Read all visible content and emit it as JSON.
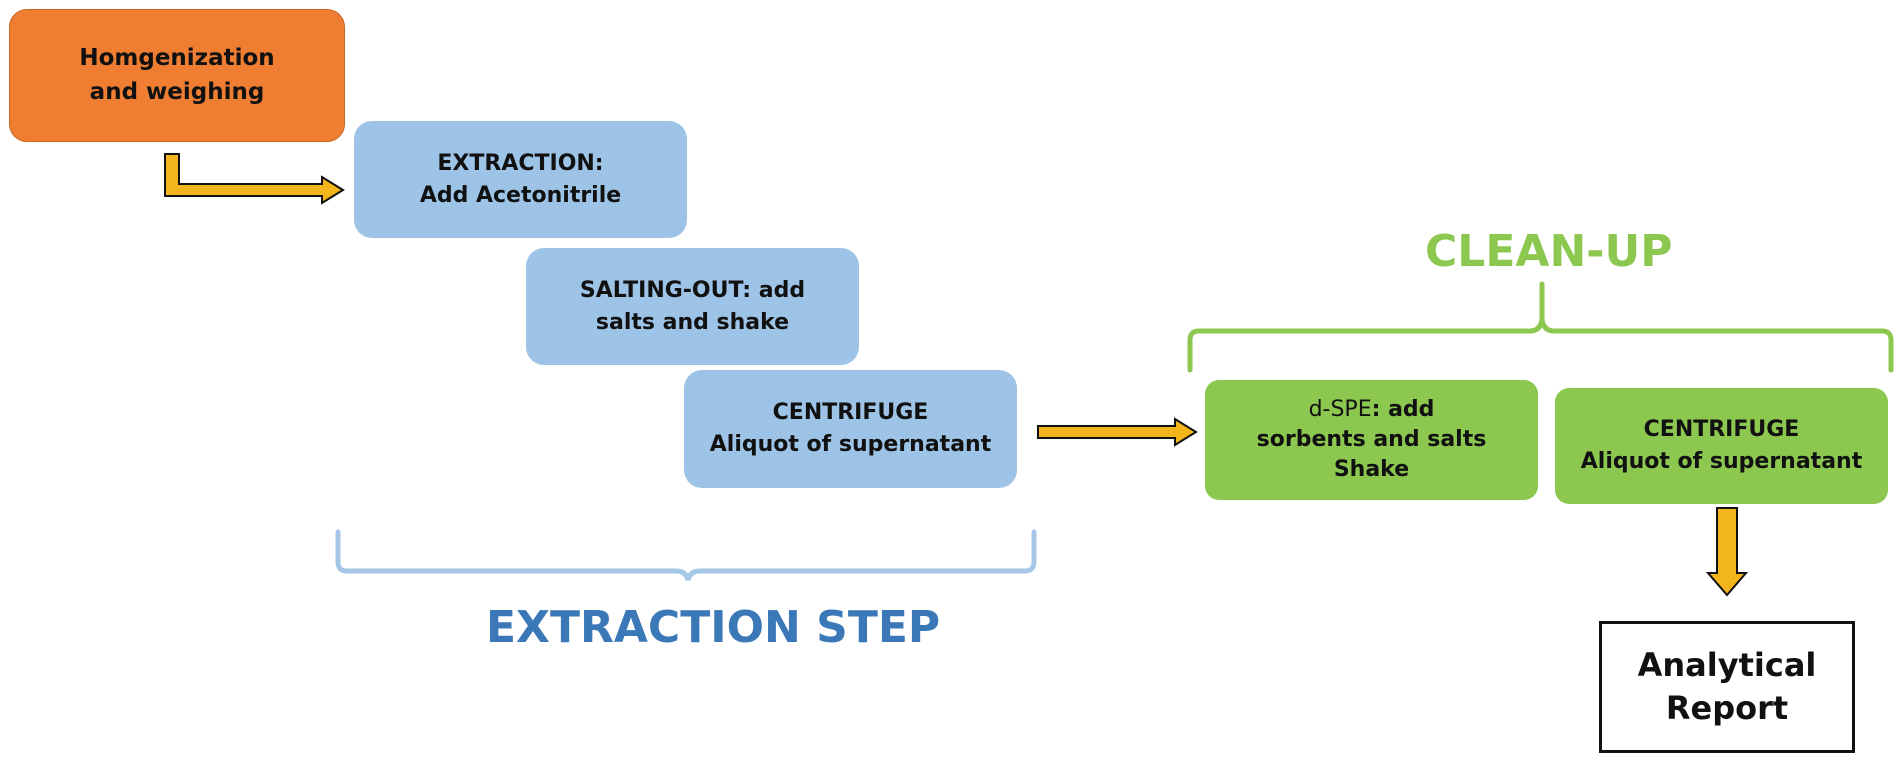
{
  "steps": {
    "homogenization": {
      "line1": "Homgenization",
      "line2": "and weighing"
    },
    "extraction": {
      "line1": "EXTRACTION:",
      "line2": "Add Acetonitrile"
    },
    "salting_out": {
      "line1": "SALTING-OUT: add",
      "line2": "salts and shake"
    },
    "centrifuge_1": {
      "line1": "CENTRIFUGE",
      "line2": "Aliquot of supernatant"
    },
    "dspe": {
      "line1_prefix": "d-SPE",
      "line1_suffix": ": add",
      "line2": "sorbents and salts",
      "line3": "Shake"
    },
    "centrifuge_2": {
      "line1": "CENTRIFUGE",
      "line2": "Aliquot of supernatant"
    },
    "report": {
      "line1": "Analytical",
      "line2": "Report"
    }
  },
  "groups": {
    "extraction_step": "EXTRACTION STEP",
    "clean_up": "CLEAN-UP"
  },
  "colors": {
    "orange": "#ef7d32",
    "blue_box": "#9dc3e6",
    "green_box": "#8cc750",
    "blue_text": "#3b78b8",
    "green_text": "#8cc750",
    "arrow_fill": "#f2b51c",
    "arrow_stroke": "#111111"
  }
}
